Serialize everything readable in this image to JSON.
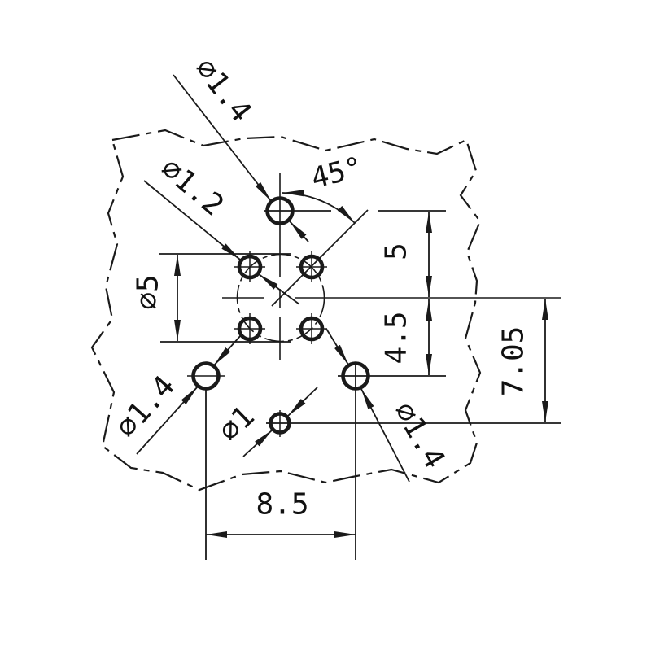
{
  "diagram": {
    "kind": "engineering-dimension-drawing",
    "subject": "hole pattern on a part, partial view with break-line boundary",
    "line_color": "#1a1a1a",
    "background_color": "#ffffff",
    "labels": {
      "top_hole_dia": "⌀1.4",
      "small_hole_dia": "⌀1.2",
      "bolt_circle_dia": "⌀5",
      "bottom_left_hole_dia": "⌀1.4",
      "bottom_right_hole_dia": "⌀1.4",
      "bottom_center_hole_dia": "⌀1",
      "angle": "45°",
      "spacing_top": "5",
      "spacing_mid": "4.5",
      "spacing_right": "7.05",
      "spacing_bottom": "8.5"
    },
    "values": {
      "top_hole_diameter": 1.4,
      "small_holes_diameter": 1.2,
      "bolt_circle_diameter": 5,
      "bottom_left_hole_diameter": 1.4,
      "bottom_right_hole_diameter": 1.4,
      "bottom_center_hole_diameter": 1,
      "pattern_angle_deg": 45,
      "top_hole_offset_from_center": 5,
      "bottom_holes_offset_from_center": 4.5,
      "bottom_center_hole_offset_from_center": 7.05,
      "bottom_holes_horizontal_spacing": 8.5
    }
  }
}
